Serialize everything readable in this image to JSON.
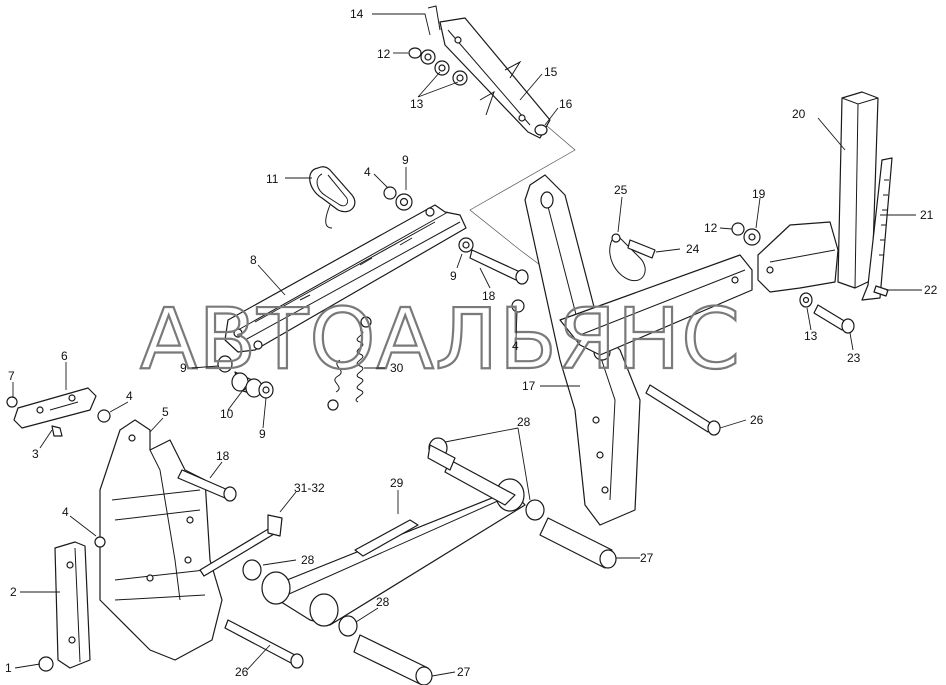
{
  "watermark": "АВТОАЛЬЯНС",
  "callouts": [
    "14",
    "12",
    "13",
    "15",
    "16",
    "20",
    "11",
    "4",
    "9",
    "25",
    "19",
    "12",
    "24",
    "21",
    "8",
    "9",
    "18",
    "22",
    "4",
    "13",
    "23",
    "6",
    "7",
    "9",
    "30",
    "17",
    "3",
    "4",
    "5",
    "10",
    "9",
    "26",
    "18",
    "31-32",
    "28",
    "29",
    "2",
    "4",
    "28",
    "27",
    "28",
    "1",
    "26",
    "27"
  ]
}
